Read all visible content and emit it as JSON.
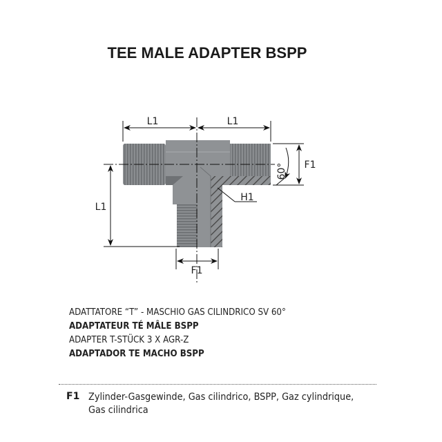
{
  "title": "TEE MALE ADAPTER  BSPP",
  "drawing": {
    "dim_l1_left": "L1",
    "dim_l1_right": "L1",
    "dim_l1_vertical": "L1",
    "dim_f1_right": "F1",
    "dim_f1_bottom": "F1",
    "dim_h1": "H1",
    "angle": "60°"
  },
  "descriptions": [
    "ADATTATORE “T” - MASCHIO GAS CILINDRICO SV 60°",
    "ADAPTATEUR TÉ MÂLE BSPP",
    "ADAPTER T-STÜCK 3 X AGR-Z",
    "ADAPTADOR TE MACHO BSPP"
  ],
  "legend": {
    "key": "F1",
    "text": "Zylinder-Gasgewinde, Gas cilindrico, BSPP, Gaz cylindrique, Gas cilindrica"
  }
}
